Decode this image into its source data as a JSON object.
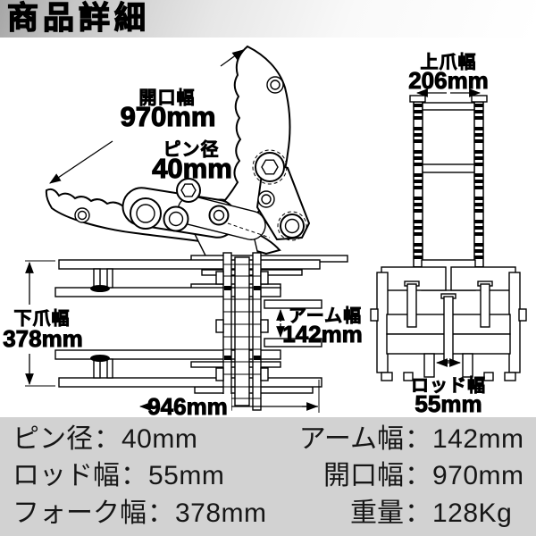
{
  "header": {
    "title": "商品詳細"
  },
  "colors": {
    "spec_box_bg": "#d2d2d2",
    "header_gradient_start": "#a6a6a6",
    "line": "#000000"
  },
  "diagrams": {
    "side_view": {
      "opening_label": "開口幅",
      "opening_value": "970mm",
      "pin_label": "ピン径",
      "pin_value": "40mm"
    },
    "front_view": {
      "upper_claw_label": "上爪幅",
      "upper_claw_value": "206mm",
      "rod_label": "ロッド幅",
      "rod_value": "55mm"
    },
    "top_view": {
      "lower_claw_label": "下爪幅",
      "lower_claw_value": "378mm",
      "arm_label": "アーム幅",
      "arm_value": "142mm",
      "overall_length_value": "946mm"
    }
  },
  "specs": {
    "separator": "：",
    "left": [
      {
        "label": "ピン径",
        "value": "40mm"
      },
      {
        "label": "ロッド幅",
        "value": "55mm"
      },
      {
        "label": "フォーク幅",
        "value": "378mm"
      }
    ],
    "right": [
      {
        "label": "アーム幅",
        "value": "142mm"
      },
      {
        "label": "開口幅",
        "value": "970mm"
      },
      {
        "label": "重量",
        "value": "128Kg"
      }
    ]
  }
}
